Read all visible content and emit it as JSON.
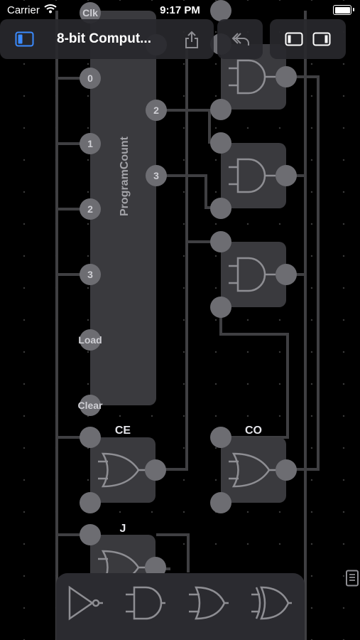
{
  "status_bar": {
    "carrier": "Carrier",
    "time": "9:17 PM"
  },
  "toolbar": {
    "title": "8-bit Comput..."
  },
  "program_counter": {
    "name": "ProgramCount",
    "inputs": [
      "Clk",
      "0",
      "1",
      "2",
      "3",
      "Load",
      "Clear"
    ],
    "outputs": [
      "2",
      "3"
    ]
  },
  "gates": {
    "ce_label": "CE",
    "co_label": "CO",
    "j_label": "J"
  },
  "palette": {
    "items": [
      "not-gate",
      "and-gate",
      "or-gate",
      "xor-gate"
    ]
  },
  "colors": {
    "accent": "#3b8bff",
    "background": "#000000",
    "component": "#3a3a3e",
    "port": "#6d6d72",
    "wire": "#3f3f42"
  }
}
